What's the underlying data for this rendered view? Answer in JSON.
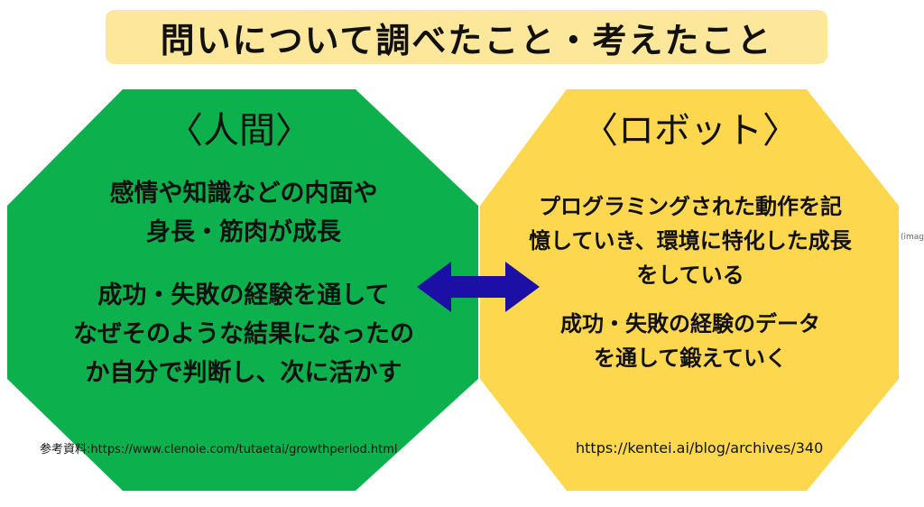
{
  "title": "問いについて調べたこと・考えたこと",
  "left": {
    "heading": "〈人間〉",
    "para1": [
      "感情や知識などの内面や",
      "身長・筋肉が成長"
    ],
    "para2": [
      "成功・失敗の経験を通して",
      "なぜそのような結果になったの",
      "か自分で判断し、次に活かす"
    ],
    "reference": "参考資料:https://www.clenoie.com/tutaetai/growthperiod.html",
    "color": "#0cb14e"
  },
  "right": {
    "heading": "〈ロボット〉",
    "para1": [
      "プログラミングされた動作を記",
      "憶していき、環境に特化した成長",
      "をしている"
    ],
    "para2": [
      "成功・失敗の経験のデータ",
      "を通して鍛えていく"
    ],
    "reference": "https://kentei.ai/blog/archives/340",
    "color": "#fdd84f"
  },
  "arrow_color": "#1b0fa6",
  "side_note": "(image"
}
